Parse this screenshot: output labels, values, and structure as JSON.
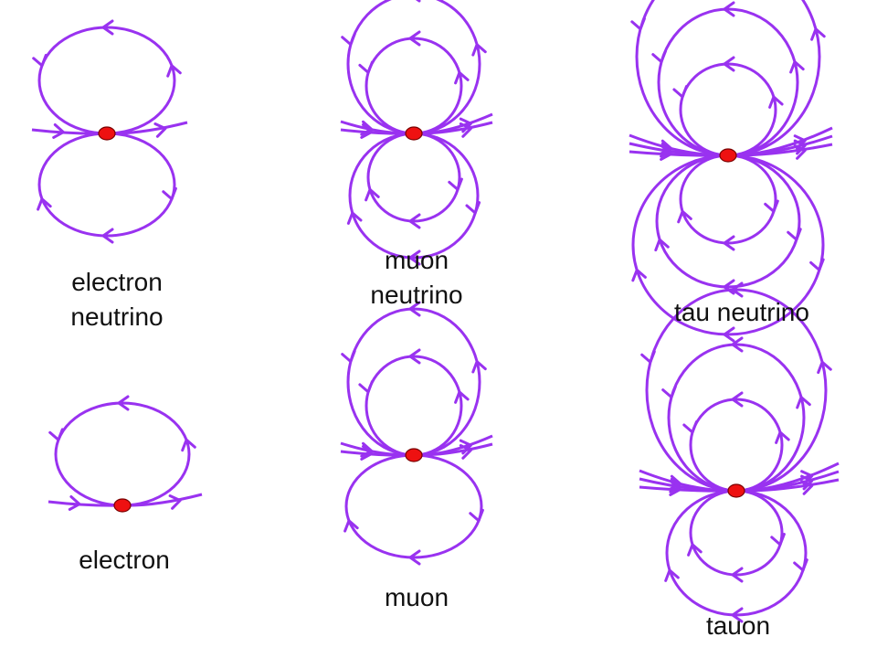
{
  "colors": {
    "field_line": "#9932f0",
    "particle_fill": "#ee1111",
    "particle_stroke": "#7a0000",
    "text": "#111111"
  },
  "particles": [
    {
      "id": "electron-neutrino",
      "label_lines": [
        "electron",
        "neutrino"
      ],
      "upper_loops": 1,
      "lower_loops": 1
    },
    {
      "id": "muon-neutrino",
      "label_lines": [
        "muon",
        "neutrino"
      ],
      "upper_loops": 2,
      "lower_loops": 2
    },
    {
      "id": "tau-neutrino",
      "label_lines": [
        "tau neutrino"
      ],
      "upper_loops": 3,
      "lower_loops": 3
    },
    {
      "id": "electron",
      "label_lines": [
        "electron"
      ],
      "upper_loops": 1,
      "lower_loops": 0
    },
    {
      "id": "muon",
      "label_lines": [
        "muon"
      ],
      "upper_loops": 2,
      "lower_loops": 1
    },
    {
      "id": "tauon",
      "label_lines": [
        "tauon"
      ],
      "upper_loops": 3,
      "lower_loops": 2
    }
  ]
}
